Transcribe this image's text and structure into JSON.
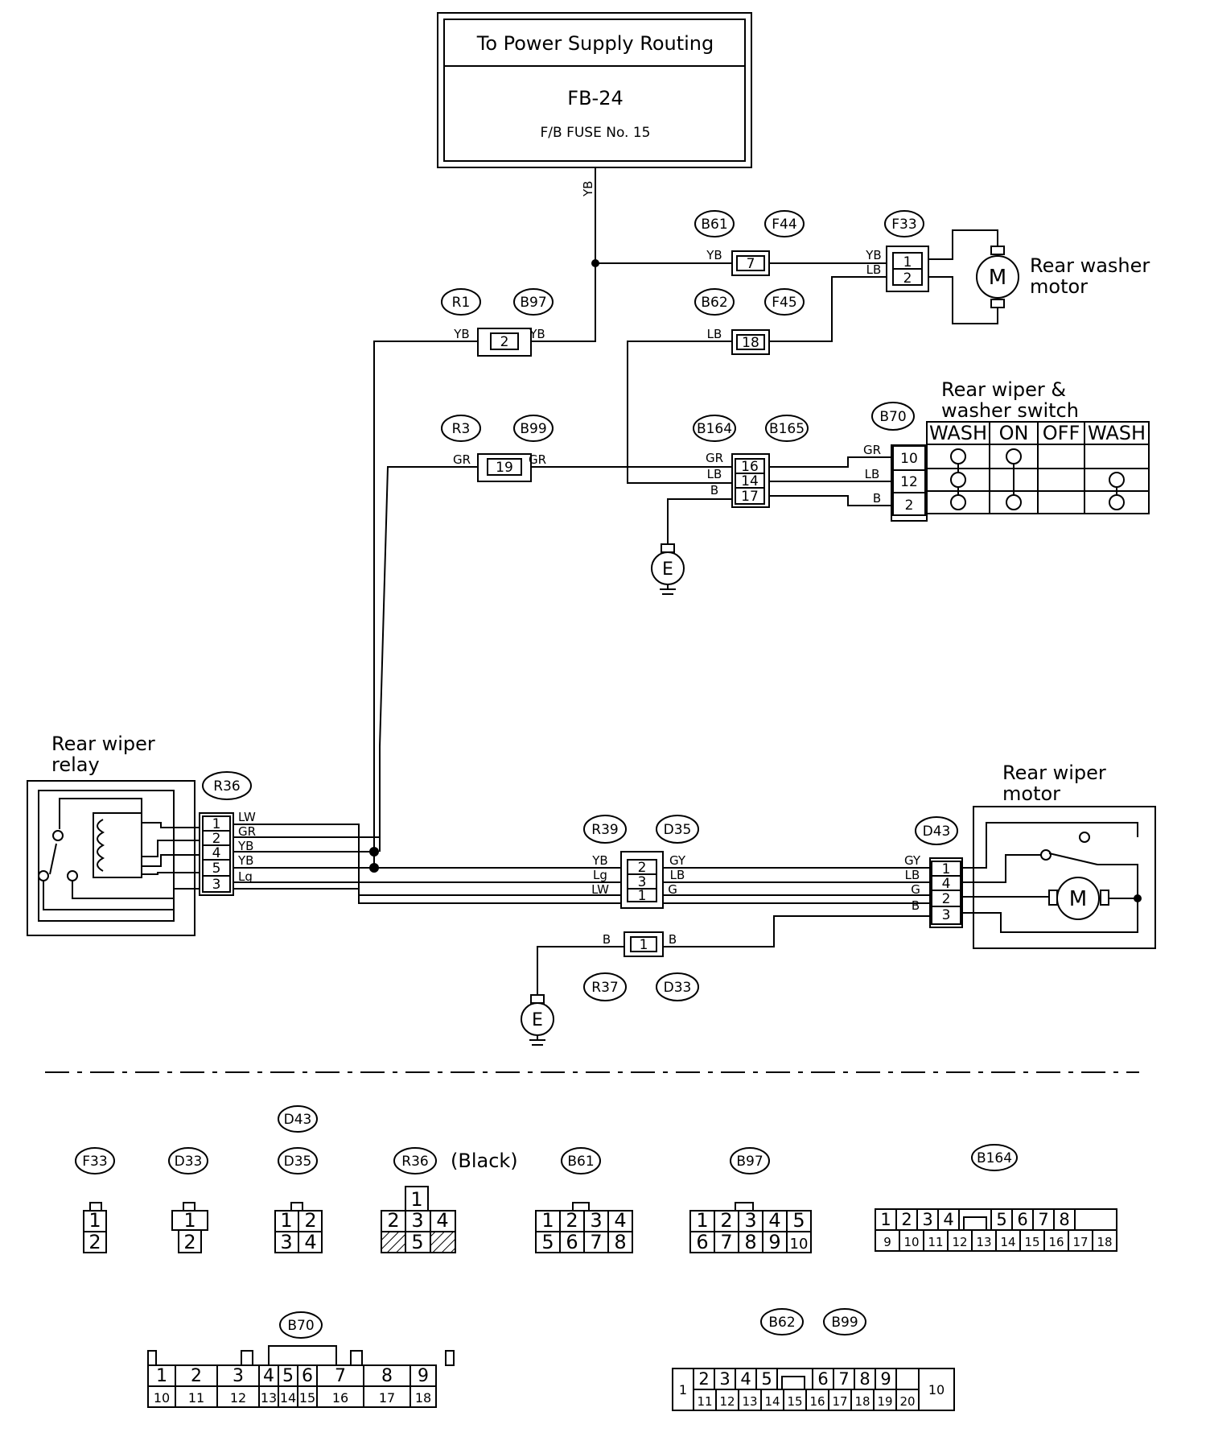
{
  "power_box": {
    "title": "To Power Supply Routing",
    "code": "FB-24",
    "fuse": "F/B FUSE No. 15"
  },
  "components": {
    "rear_washer_motor": [
      "Rear washer",
      "motor"
    ],
    "rear_wiper_washer_switch": [
      "Rear wiper &",
      "washer switch"
    ],
    "rear_wiper_relay": [
      "Rear wiper",
      "relay"
    ],
    "rear_wiper_motor": [
      "Rear wiper",
      "motor"
    ]
  },
  "switch_table": {
    "columns": [
      "WASH",
      "ON",
      "OFF",
      "WASH"
    ],
    "terminals": [
      "10",
      "12",
      "2"
    ]
  },
  "connector_tags": {
    "b61": "B61",
    "f44": "F44",
    "f33": "F33",
    "r1": "R1",
    "b97": "B97",
    "b62": "B62",
    "f45": "F45",
    "r3": "R3",
    "b99": "B99",
    "b164": "B164",
    "b165": "B165",
    "b70": "B70",
    "r36": "R36",
    "r39": "R39",
    "d35": "D35",
    "d43": "D43",
    "r37": "R37",
    "d33": "D33"
  },
  "wire_colors": {
    "yb": "YB",
    "lb": "LB",
    "gr": "GR",
    "b": "B",
    "lw": "LW",
    "lg": "Lg",
    "gy": "GY",
    "g": "G"
  },
  "pins": {
    "b61_conn": "7",
    "f33_1": "1",
    "f33_2": "2",
    "r1_conn": "2",
    "b62_conn": "18",
    "r3_conn": "19",
    "b164_16": "16",
    "b164_14": "14",
    "b164_17": "17",
    "r36_1": "1",
    "r36_2": "2",
    "r36_4": "4",
    "r36_5": "5",
    "r36_3": "3",
    "r39_2": "2",
    "r39_3": "3",
    "r39_1": "1",
    "r37_conn": "1",
    "d43_1": "1",
    "d43_4": "4",
    "d43_2": "2",
    "d43_3": "3"
  },
  "ground_symbol": "E",
  "legend": {
    "r36_note": "(Black)",
    "f33": [
      "1",
      "2"
    ],
    "d33": [
      "1",
      "2"
    ],
    "d35": [
      "1",
      "2",
      "3",
      "4"
    ],
    "r36": [
      "1",
      "2",
      "3",
      "4",
      "5"
    ],
    "b61": [
      "1",
      "2",
      "3",
      "4",
      "5",
      "6",
      "7",
      "8"
    ],
    "b97": [
      "1",
      "2",
      "3",
      "4",
      "5",
      "6",
      "7",
      "8",
      "9",
      "10"
    ],
    "b164": [
      "1",
      "2",
      "3",
      "4",
      "5",
      "6",
      "7",
      "8",
      "9",
      "10",
      "11",
      "12",
      "13",
      "14",
      "15",
      "16",
      "17",
      "18"
    ],
    "b70": [
      "1",
      "2",
      "3",
      "4",
      "5",
      "6",
      "7",
      "8",
      "9",
      "10",
      "11",
      "12",
      "13",
      "14",
      "15",
      "16",
      "17",
      "18"
    ],
    "b62": [
      "1",
      "2",
      "3",
      "4",
      "5",
      "6",
      "7",
      "8",
      "9",
      "10",
      "11",
      "12",
      "13",
      "14",
      "15",
      "16",
      "17",
      "18",
      "19",
      "20"
    ]
  }
}
